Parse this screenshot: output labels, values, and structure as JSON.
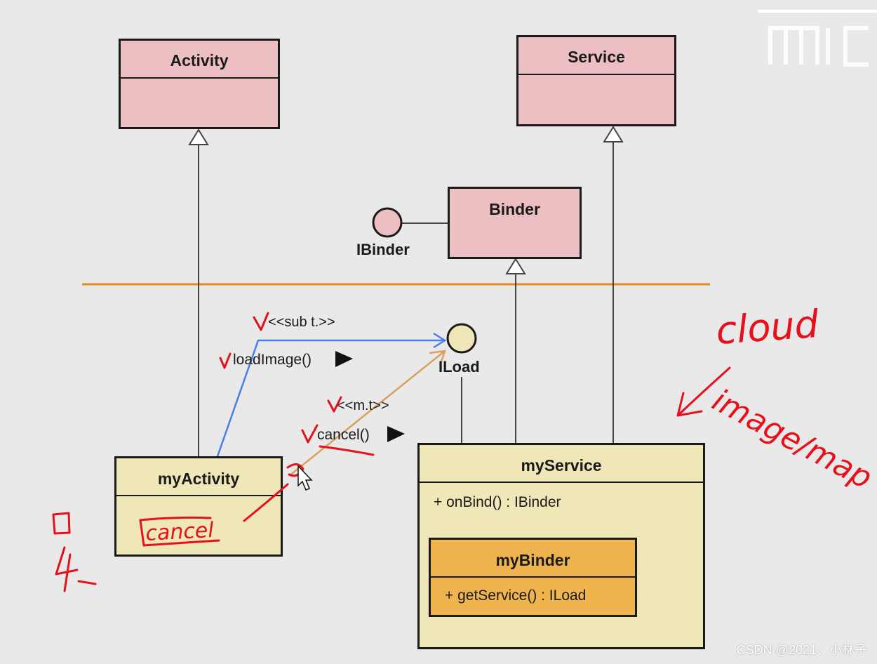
{
  "diagram": {
    "classes": {
      "activity": {
        "name": "Activity"
      },
      "service": {
        "name": "Service"
      },
      "binder": {
        "name": "Binder"
      },
      "my_activity": {
        "name": "myActivity"
      },
      "my_service": {
        "name": "myService",
        "operation": "+ onBind() : IBinder"
      },
      "my_binder": {
        "name": "myBinder",
        "operation": "+ getService() : ILoad"
      }
    },
    "interfaces": {
      "ibinder": "IBinder",
      "iload": "ILoad"
    },
    "messages": {
      "sub_thread": "<<sub t.>>",
      "load_image": "loadImage()",
      "main_thread": "<<m.t>>",
      "cancel": "cancel()"
    },
    "handwriting": {
      "cloud": "cloud",
      "image_map": "image/map",
      "cancel_note": "cancel"
    },
    "colors": {
      "pink_class": "#ecc0c2",
      "cream_class": "#efe7b8",
      "orange_class": "#f0b44e",
      "separator": "#e08a2a",
      "blue_arrow": "#4a7ee8",
      "tan_arrow": "#d9a060",
      "annotation": "#e8101a"
    },
    "watermark": "CSDN @2021、小林子"
  }
}
